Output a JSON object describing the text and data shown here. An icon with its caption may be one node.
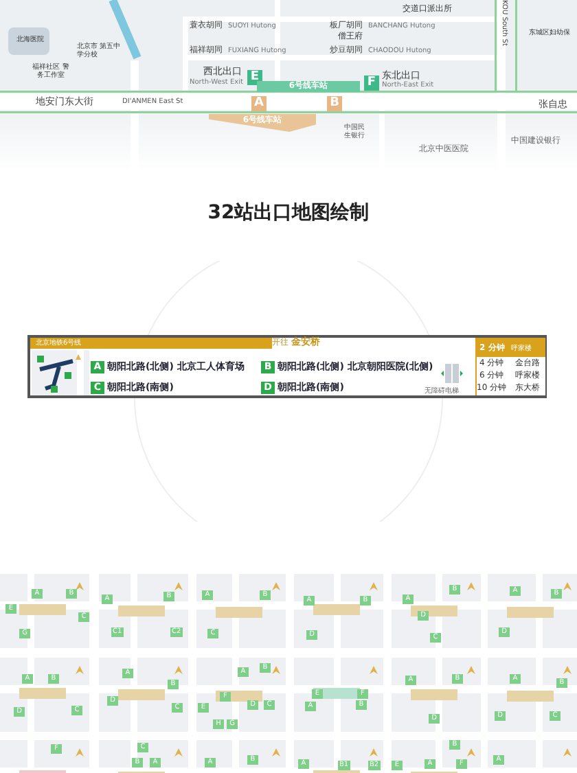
{
  "diagram": {
    "title": "32站出口地图绘制",
    "nodes": [
      {
        "text": [
          "E"
        ],
        "beside": [
          "西北出口",
          "North-West Exit"
        ]
      },
      {
        "text": [
          "F"
        ],
        "beside": [
          "东北出口",
          "North-East Exit"
        ]
      },
      {
        "text": [
          "A"
        ]
      },
      {
        "text": [
          "B"
        ]
      },
      {
        "text": [
          "6号线车站"
        ]
      },
      {
        "text": [
          "6号线车站"
        ]
      },
      {
        "text": [
          "北京地铁6号线"
        ]
      },
      {
        "text": [
          "A"
        ],
        "in": 6,
        "beside": [
          "朝阳北路(北侧) 北京工人体育场"
        ]
      },
      {
        "text": [
          "B"
        ],
        "in": 6,
        "beside": [
          "朝阳北路(北侧) 北京朝阳医院(北侧)"
        ]
      },
      {
        "text": [
          "C"
        ],
        "in": 6,
        "beside": [
          "朝阳北路(南侧)"
        ]
      },
      {
        "text": [
          "D"
        ],
        "in": 6,
        "beside": [
          "朝阳北路(南侧)"
        ]
      }
    ],
    "labels": [
      "交道口派出所",
      "蓑衣胡同",
      "SUOYI Hutong",
      "板厂胡同",
      "BANCHANG Hutong",
      "北海医院",
      "北京市 第五中学分校",
      "僧王府",
      "东城区妇幼保",
      "福祥胡同",
      "FUXIANG Hutong",
      "炒豆胡同",
      "CHAODOU Hutong",
      "福祥社区 警务工作室",
      "地安门东大街",
      "DI'ANMEN East St",
      "张自忠",
      "中国民生银行",
      "中国建设银行",
      "北京中医医院",
      "KOU South St",
      "开往",
      "金安桥",
      "无障碍电梯",
      "2 分钟",
      "呼家楼",
      "4 分钟",
      "金台路",
      "6 分钟",
      "呼家楼",
      "10 分钟",
      "东大桥",
      "A",
      "B",
      "E",
      "C",
      "G",
      "A",
      "B",
      "C1",
      "C2",
      "A",
      "B",
      "C",
      "A",
      "B",
      "D",
      "A",
      "B",
      "D",
      "C",
      "A",
      "B",
      "D",
      "A",
      "B",
      "D",
      "C",
      "A",
      "B",
      "D",
      "C",
      "A",
      "B",
      "F",
      "E",
      "D",
      "C",
      "H",
      "G",
      "E",
      "F",
      "A",
      "B",
      "A",
      "B",
      "D",
      "A",
      "B",
      "D",
      "C",
      "F",
      "C",
      "B",
      "A",
      "A",
      "B",
      "A",
      "B1",
      "B2",
      "B",
      "E",
      "A",
      "F",
      "A"
    ]
  }
}
